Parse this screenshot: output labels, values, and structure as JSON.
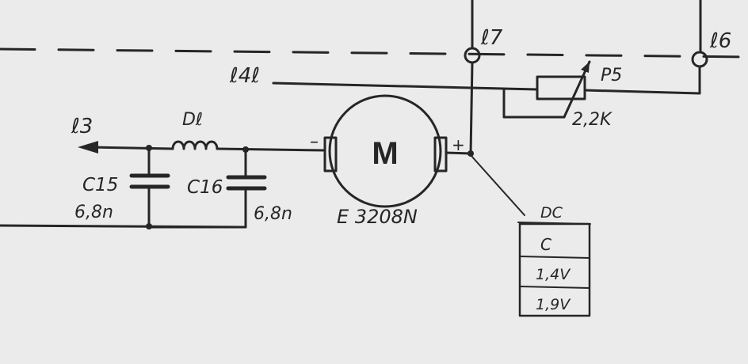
{
  "colors": {
    "ink": "#262626",
    "paper": "#ebebeb"
  },
  "nodes": {
    "l7": "ℓ7",
    "l6": "ℓ6",
    "l41": "ℓ4ℓ",
    "l3": "ℓ3"
  },
  "components": {
    "p5_name": "P5",
    "p5_value": "2,2K",
    "choke": "Dℓ",
    "c15_name": "C15",
    "c15_value": "6,8n",
    "c16_name": "C16",
    "c16_value": "6,8n",
    "motor_symbol": "M",
    "motor_type": "E 3208N",
    "motor_minus": "–",
    "motor_plus": "+"
  },
  "table": {
    "header": "DC",
    "rows": [
      "C",
      "1,4V",
      "1,9V"
    ]
  }
}
